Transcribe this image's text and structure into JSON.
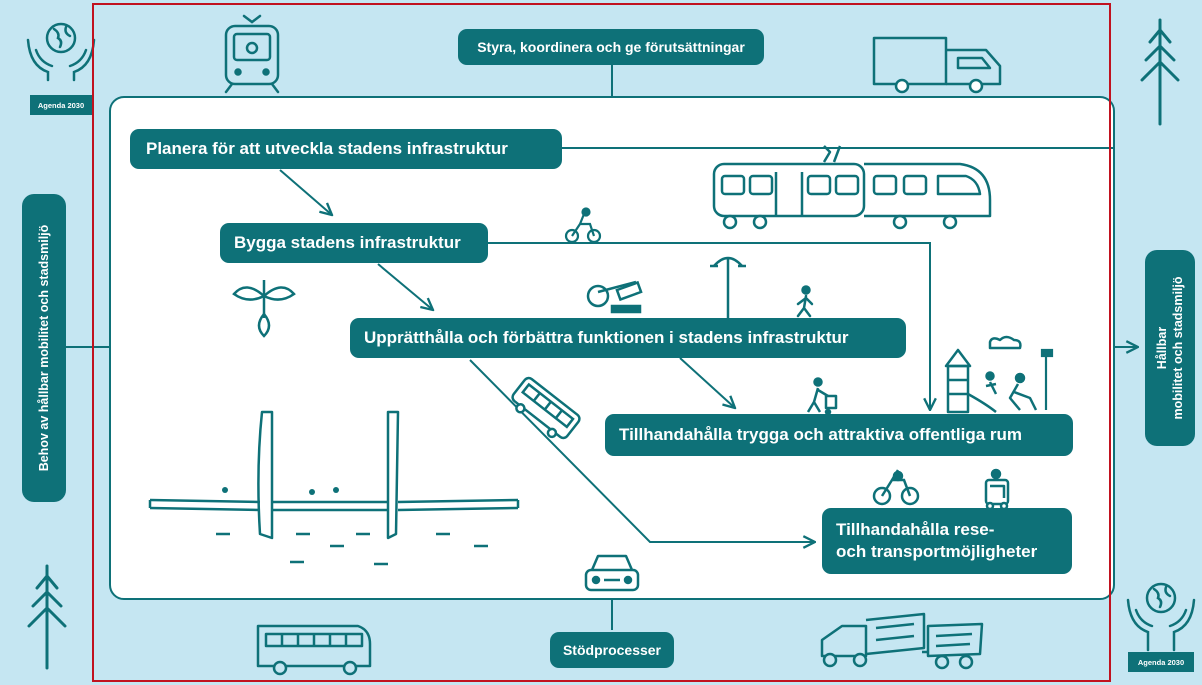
{
  "header": {
    "label": "Styra, koordinera och ge förutsättningar"
  },
  "footer": {
    "label": "Stödprocesser"
  },
  "input": {
    "label": "Behov av hållbar mobilitet och stadsmiljö"
  },
  "output": {
    "line1": "Hållbar",
    "line2": "mobilitet och stadsmiljö"
  },
  "badges": {
    "top_left": "Agenda 2030",
    "bottom_right": "Agenda 2030"
  },
  "processes": [
    {
      "label": "Planera för att utveckla stadens infrastruktur"
    },
    {
      "label": "Bygga stadens infrastruktur"
    },
    {
      "label": "Upprätthålla och förbättra funktionen i stadens infrastruktur"
    },
    {
      "label": "Tillhandahålla trygga och attraktiva offentliga rum"
    },
    {
      "line1": "Tillhandahålla rese-",
      "line2": "och transportmöjligheter"
    }
  ],
  "icons": [
    "globe-hands-icon",
    "tram-front-icon",
    "truck-icon",
    "tree-icon",
    "train-icon",
    "bicycle-icon",
    "street-lamp-icon",
    "gavel-icon",
    "pedestrian-icon",
    "plant-icon",
    "playground-icon",
    "bus-icon",
    "bridge-icon",
    "car-front-icon",
    "trailer-truck-icon",
    "wheelchair-icon"
  ],
  "colors": {
    "accent": "#0e7178",
    "background": "#c5e6f2",
    "panel": "#ffffff",
    "frame": "#c1121f"
  }
}
